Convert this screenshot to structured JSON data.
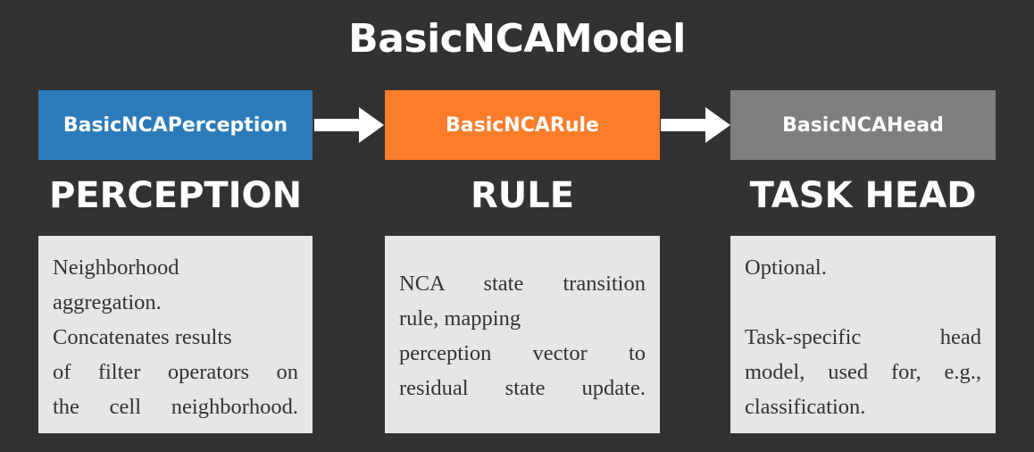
{
  "diagram": {
    "title": "BasicNCAModel",
    "columns": [
      {
        "module": "BasicNCAPerception",
        "color": "#2b7bba",
        "heading": "PERCEPTION",
        "description_lines": [
          "Neighborhood",
          "aggregation.",
          "Concatenates results",
          "of filter operators on",
          "the cell neighborhood."
        ]
      },
      {
        "module": "BasicNCARule",
        "color": "#fb7d2a",
        "heading": "RULE",
        "description_lines": [
          "NCA state transition",
          "rule, mapping",
          "perception vector to",
          "residual state update."
        ]
      },
      {
        "module": "BasicNCAHead",
        "color": "#7f7f7f",
        "heading": "TASK HEAD",
        "description_lines": [
          "Optional.",
          "",
          "Task-specific head",
          "model, used for, e.g.,",
          "classification."
        ]
      }
    ],
    "arrow_color": "#ffffff",
    "panel_color": "#e6e6e6",
    "background_color": "#333231"
  }
}
